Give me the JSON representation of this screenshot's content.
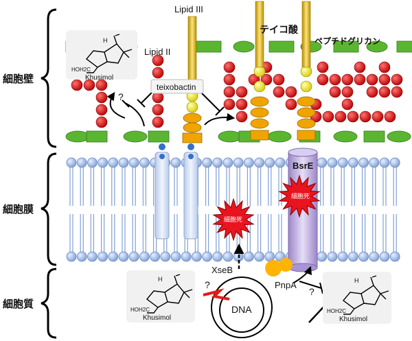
{
  "regions": {
    "cell_wall": "細胞壁",
    "cell_membrane": "細胞膜",
    "cytoplasm": "細胞質"
  },
  "labels": {
    "lipid_iii": "Lipid III",
    "lipid_ii": "Lipid II",
    "teichoic_acid": "テイコ酸",
    "peptidoglycan": "ペプチドグリカン",
    "teixobactin": "teixobactin",
    "bsre": "BsrE",
    "cell_death_1": "細胞死",
    "cell_death_2": "細胞死",
    "xseb": "XseB",
    "pnpa": "PnpA",
    "dna": "DNA",
    "question": "?"
  },
  "molecules": [
    {
      "name": "Khusimol",
      "hoh2c": "HOH2C",
      "h": "H"
    },
    {
      "name": "Khusimol",
      "hoh2c": "HOH2C",
      "h": "H"
    },
    {
      "name": "Khusimol",
      "hoh2c": "HOH2C",
      "h": "H"
    }
  ],
  "colors": {
    "red_bead": "#d81818",
    "green_block": "#5cb531",
    "yellow_bead": "#f2ee1a",
    "orange": "#f0a400",
    "gold_rod": "#e8c42a",
    "membrane_head": "#a8c4ec",
    "bsre_cylinder": "#b8a6dc",
    "starburst": "#e8141e"
  }
}
